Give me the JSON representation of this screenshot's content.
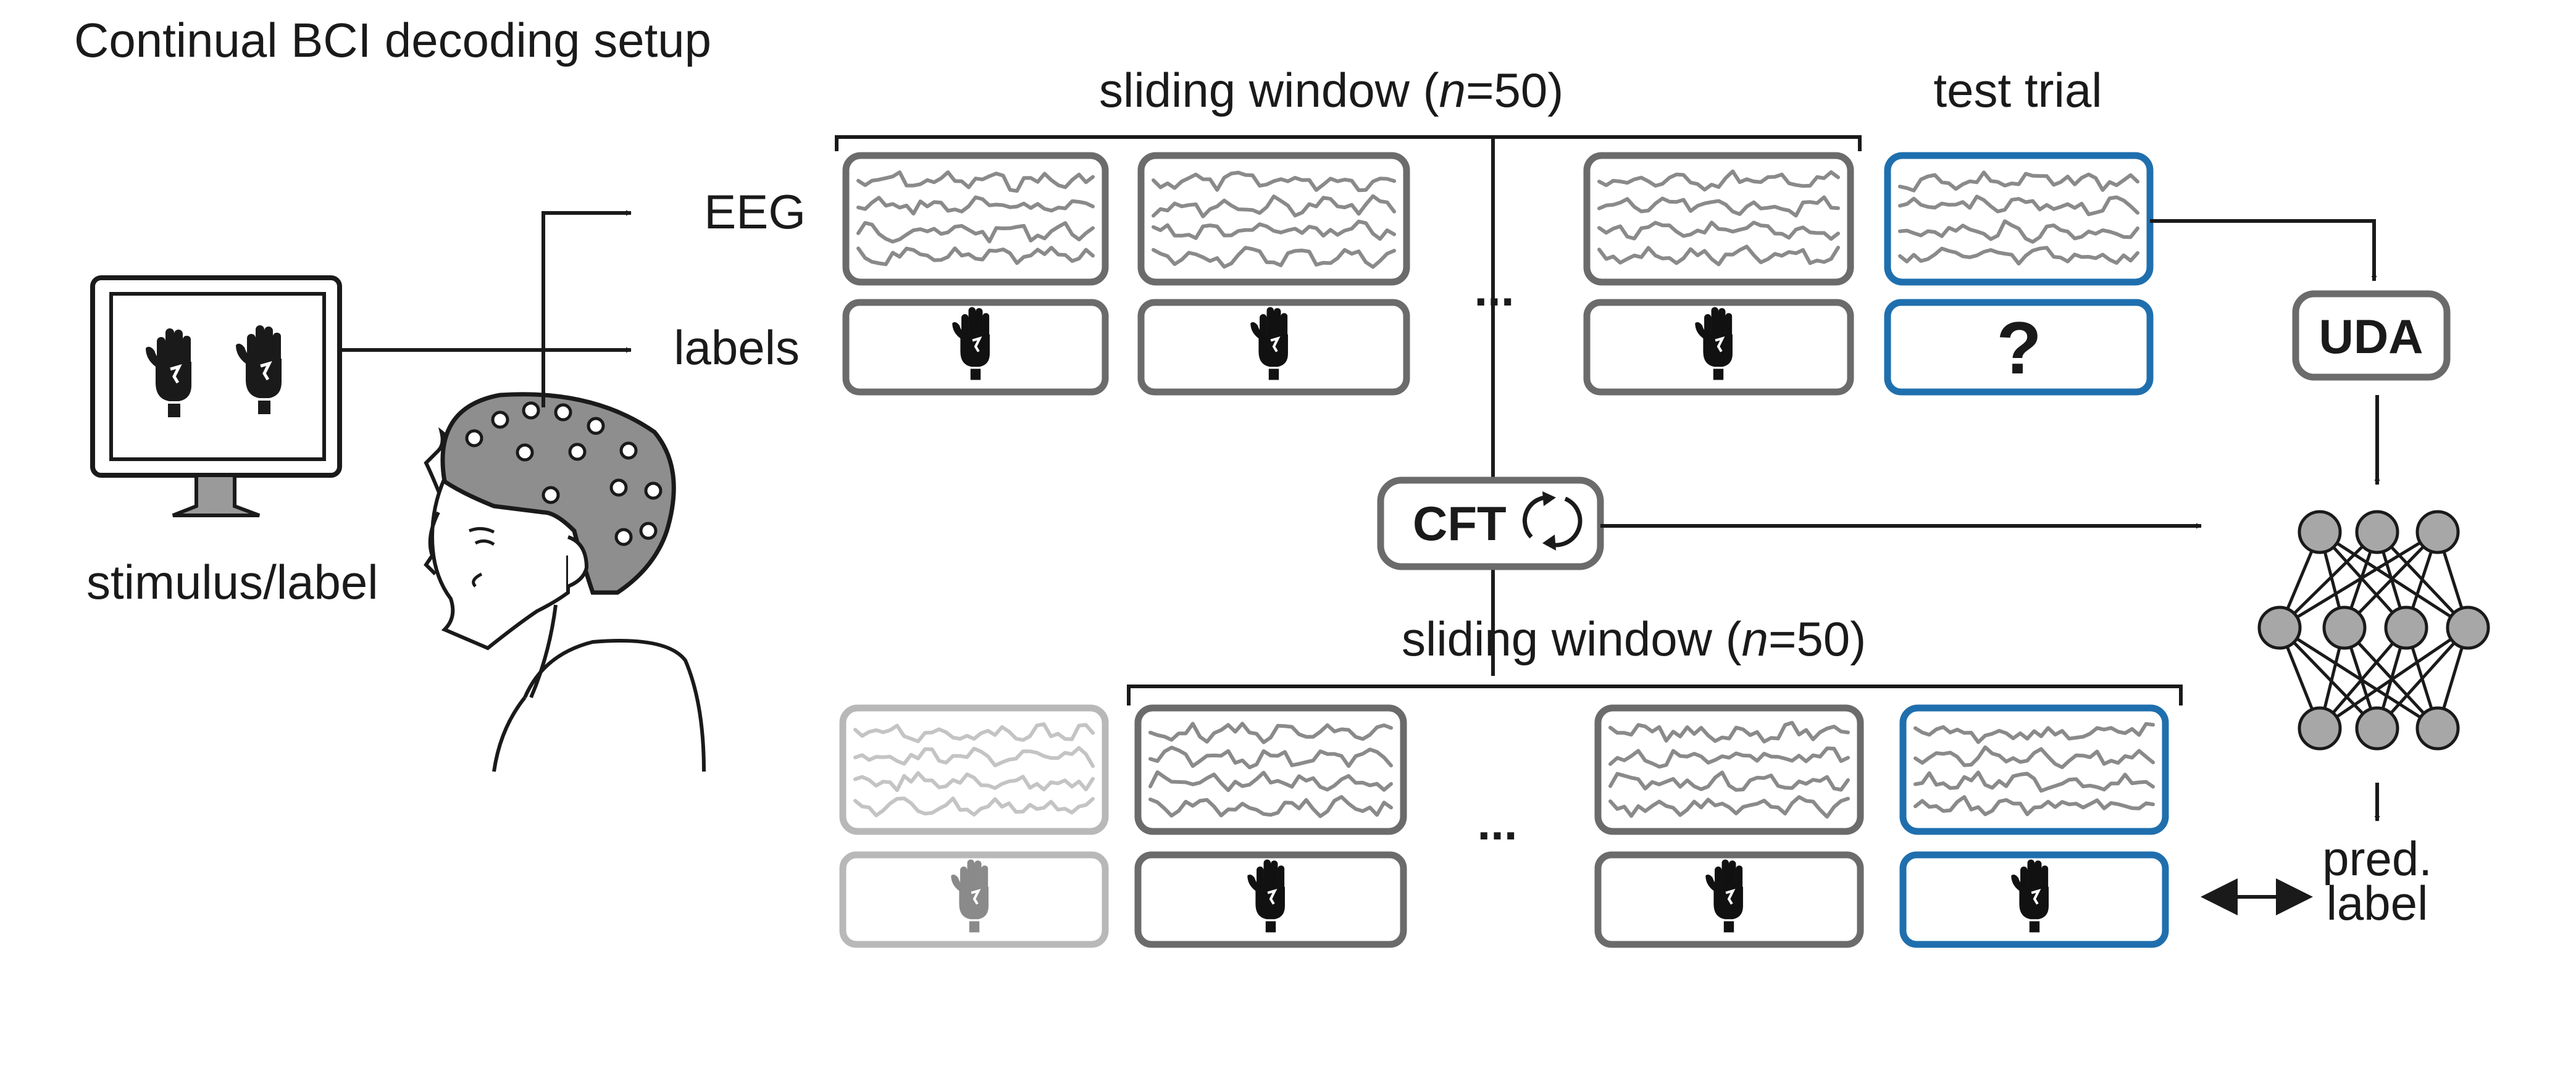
{
  "title": "Continual BCI decoding setup",
  "stimulus": {
    "label": "stimulus/label"
  },
  "signals": {
    "eeg": "EEG",
    "labels": "labels"
  },
  "window_top": {
    "prefix": "sliding window (",
    "n_var": "n",
    "n_value": "=50)"
  },
  "window_bottom": {
    "prefix": "sliding window (",
    "n_var": "n",
    "n_value": "=50)"
  },
  "test_trial": {
    "label": "test trial",
    "unknown": "?"
  },
  "ellipsis": "...",
  "cft": {
    "label": "CFT"
  },
  "uda": {
    "label": "UDA"
  },
  "prediction": {
    "line1": "pred.",
    "line2": "label"
  },
  "colors": {
    "panel_border": "#6b6b6b",
    "panel_faded": "#b8b8b8",
    "test_blue": "#1f6fae",
    "wave": "#8a8a8a",
    "wave_faded": "#c4c4c4",
    "node_fill": "#a7a7a7",
    "head_fill": "#8e8e8e",
    "ink": "#1a1a1a"
  }
}
